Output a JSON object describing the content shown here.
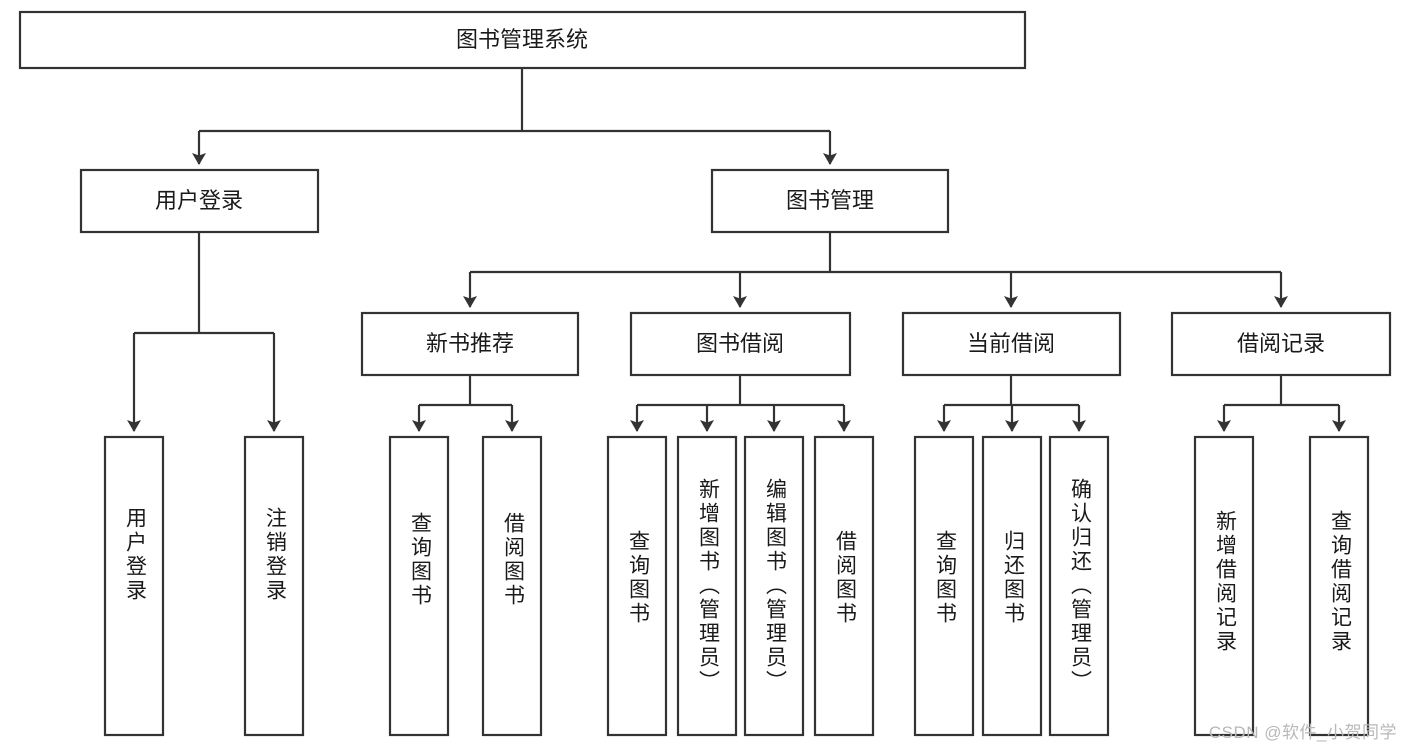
{
  "diagram": {
    "title": "图书管理系统",
    "type": "hierarchy-tree",
    "colors": {
      "box_stroke": "#333333",
      "box_fill": "#ffffff",
      "text": "#1a1a1a",
      "background": "#ffffff",
      "watermark": "#b8b8b8"
    },
    "root": {
      "label": "图书管理系统",
      "orientation": "horizontal"
    },
    "level2": [
      {
        "label": "用户登录",
        "orientation": "horizontal"
      },
      {
        "label": "图书管理",
        "orientation": "horizontal"
      }
    ],
    "level3": [
      {
        "label": "新书推荐",
        "orientation": "horizontal"
      },
      {
        "label": "图书借阅",
        "orientation": "horizontal"
      },
      {
        "label": "当前借阅",
        "orientation": "horizontal"
      },
      {
        "label": "借阅记录",
        "orientation": "horizontal"
      }
    ],
    "leaves": {
      "user_login": [
        {
          "label": "用户登录",
          "orientation": "vertical"
        },
        {
          "label": "注销登录",
          "orientation": "vertical"
        }
      ],
      "new_book_recommend": [
        {
          "label": "查询图书",
          "orientation": "vertical"
        },
        {
          "label": "借阅图书",
          "orientation": "vertical"
        }
      ],
      "book_borrow": [
        {
          "label": "查询图书",
          "orientation": "vertical"
        },
        {
          "label": "新增图书（管理员）",
          "orientation": "vertical"
        },
        {
          "label": "编辑图书（管理员）",
          "orientation": "vertical"
        },
        {
          "label": "借阅图书",
          "orientation": "vertical"
        }
      ],
      "current_borrow": [
        {
          "label": "查询图书",
          "orientation": "vertical"
        },
        {
          "label": "归还图书",
          "orientation": "vertical"
        },
        {
          "label": "确认归还（管理员）",
          "orientation": "vertical"
        }
      ],
      "borrow_record": [
        {
          "label": "新增借阅记录",
          "orientation": "vertical"
        },
        {
          "label": "查询借阅记录",
          "orientation": "vertical"
        }
      ]
    }
  },
  "watermark": {
    "text": "CSDN @软件_小贺同学"
  }
}
